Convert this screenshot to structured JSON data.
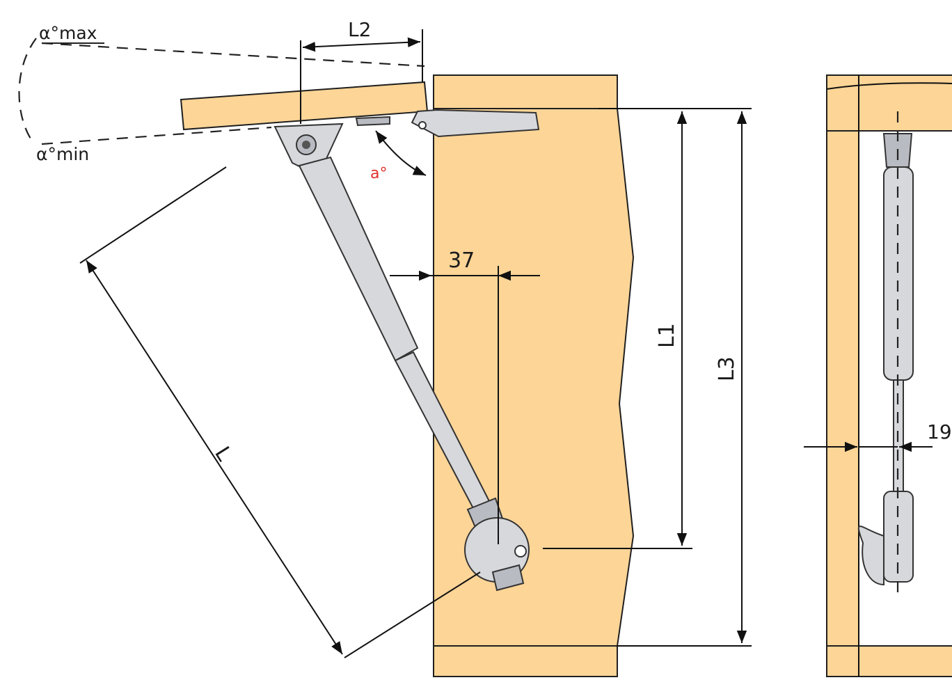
{
  "labels": {
    "alpha_max": "α°max",
    "alpha_min": "α°min",
    "l2": "L2",
    "a_angle": "a°",
    "dim_37": "37",
    "l1": "L1",
    "l3": "L3",
    "l": "L",
    "dim_19": "19"
  },
  "colors": {
    "wood": "#fcd597",
    "line": "#111111",
    "metal": "#d6d8dc",
    "accent_red": "#e0312b"
  }
}
